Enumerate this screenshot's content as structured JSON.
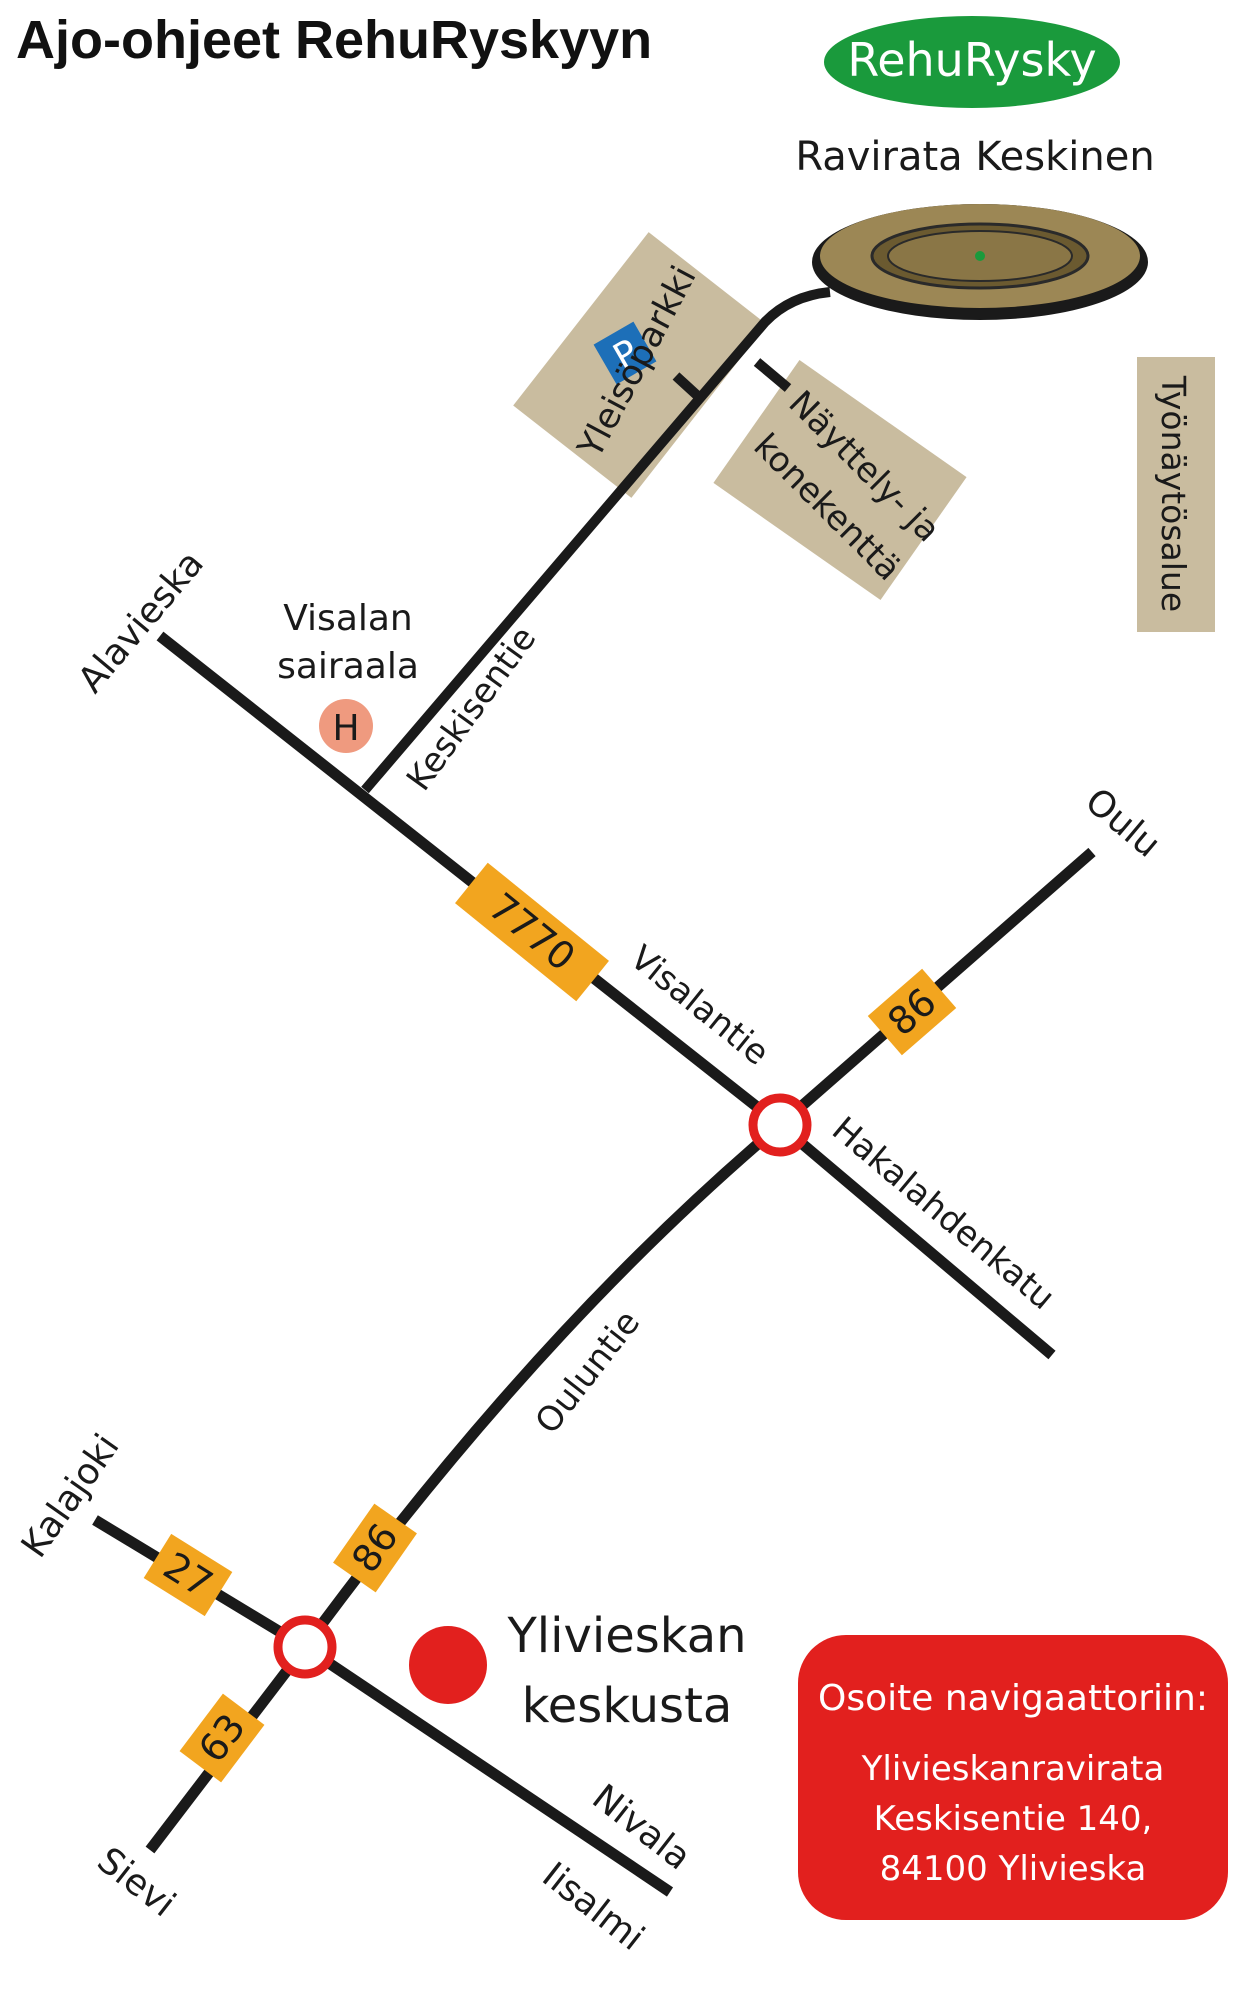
{
  "title": "Ajo-ohjeet RehuRyskyyn",
  "logo": {
    "text": "RehuRysky",
    "color": "#1a9a3c"
  },
  "venue": "Ravirata Keskinen",
  "areas": {
    "parking_symbol": "P",
    "public_parking": "Yleisöparkki",
    "exhibition_line1": "Näyttely- ja",
    "exhibition_line2": "konekenttä",
    "demo_area": "Työnäytösalue"
  },
  "hospital": {
    "line1": "Visalan",
    "line2": "sairaala",
    "symbol": "H"
  },
  "roads": {
    "keskisentie": "Keskisentie",
    "visalantie": "Visalantie",
    "hakalahdenkatu": "Hakalahdenkatu",
    "ouluntie": "Ouluntie"
  },
  "destinations": {
    "alavieska": "Alavieska",
    "oulu": "Oulu",
    "kalajoki": "Kalajoki",
    "sievi": "Sievi",
    "nivala": "Nivala",
    "iisalmi": "Iisalmi"
  },
  "route_numbers": {
    "r7770": "7770",
    "r86a": "86",
    "r86b": "86",
    "r27": "27",
    "r63": "63"
  },
  "center": {
    "line1": "Ylivieskan",
    "line2": "keskusta"
  },
  "address": {
    "heading": "Osoite navigaattoriin:",
    "line1": "Ylivieskanravirata",
    "line2": "Keskisentie 140,",
    "line3": "84100 Ylivieska"
  },
  "colors": {
    "area_fill": "#c9bc9f",
    "parking_blue": "#1d6fb8",
    "route_shield": "#f2a51f",
    "roundabout_red": "#e2201e",
    "address_box": "#e2201e",
    "hospital_fill": "#ef9a7f",
    "center_dot": "#e2201e"
  }
}
